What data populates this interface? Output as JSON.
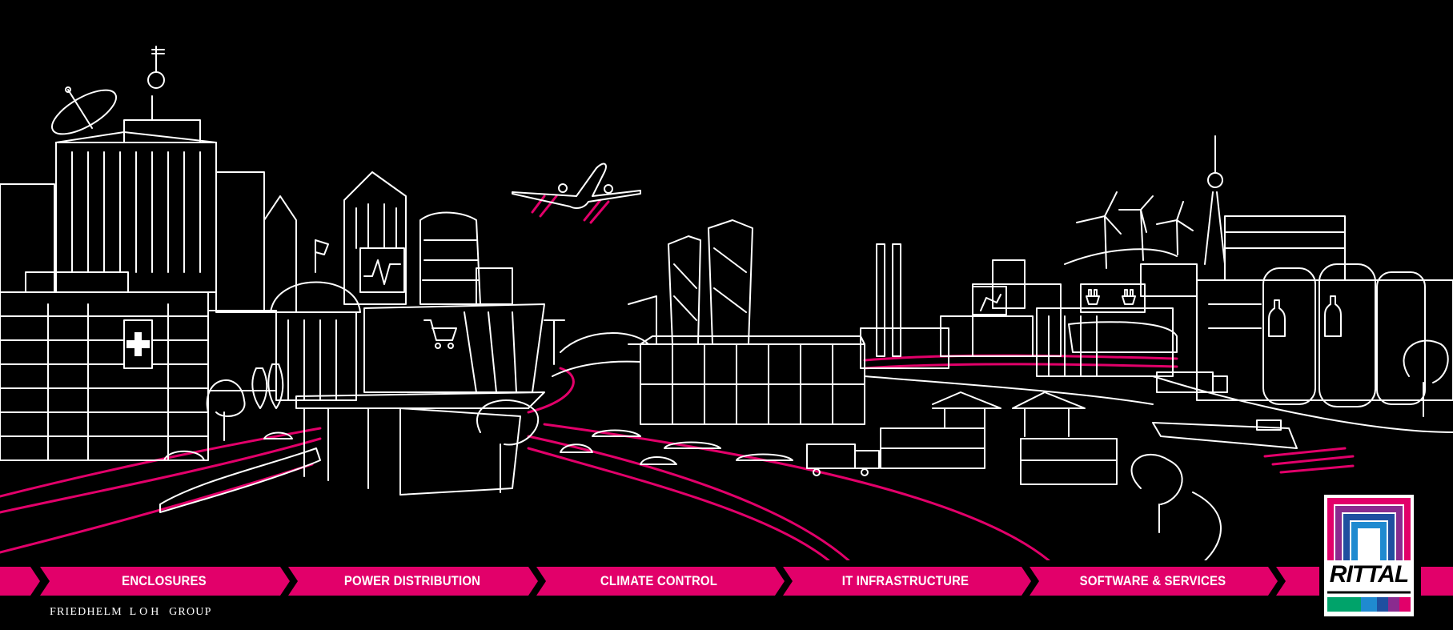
{
  "nav": {
    "items": [
      {
        "label": "ENCLOSURES"
      },
      {
        "label": "POWER DISTRIBUTION"
      },
      {
        "label": "CLIMATE CONTROL"
      },
      {
        "label": "IT INFRASTRUCTURE"
      },
      {
        "label": "SOFTWARE & SERVICES"
      }
    ]
  },
  "footer": {
    "group_prefix": "FRIEDHELM",
    "group_name": "LOH",
    "group_suffix": "GROUP"
  },
  "brand": {
    "logo_text": "RITTAL"
  },
  "colors": {
    "background": "#000000",
    "accent": "#e2006a",
    "line": "#ffffff",
    "logo_stripes": [
      "#e2006a",
      "#8a2b8f",
      "#1f4fa0",
      "#1f8ad0",
      "#00a36a"
    ]
  },
  "icons": [
    "hospital-cross-icon",
    "shopping-cart-icon",
    "chart-icon",
    "robot-arm-icon",
    "plug-icon",
    "bottle-icon",
    "airplane-icon",
    "wind-turbine-icon",
    "satellite-dish-icon"
  ]
}
